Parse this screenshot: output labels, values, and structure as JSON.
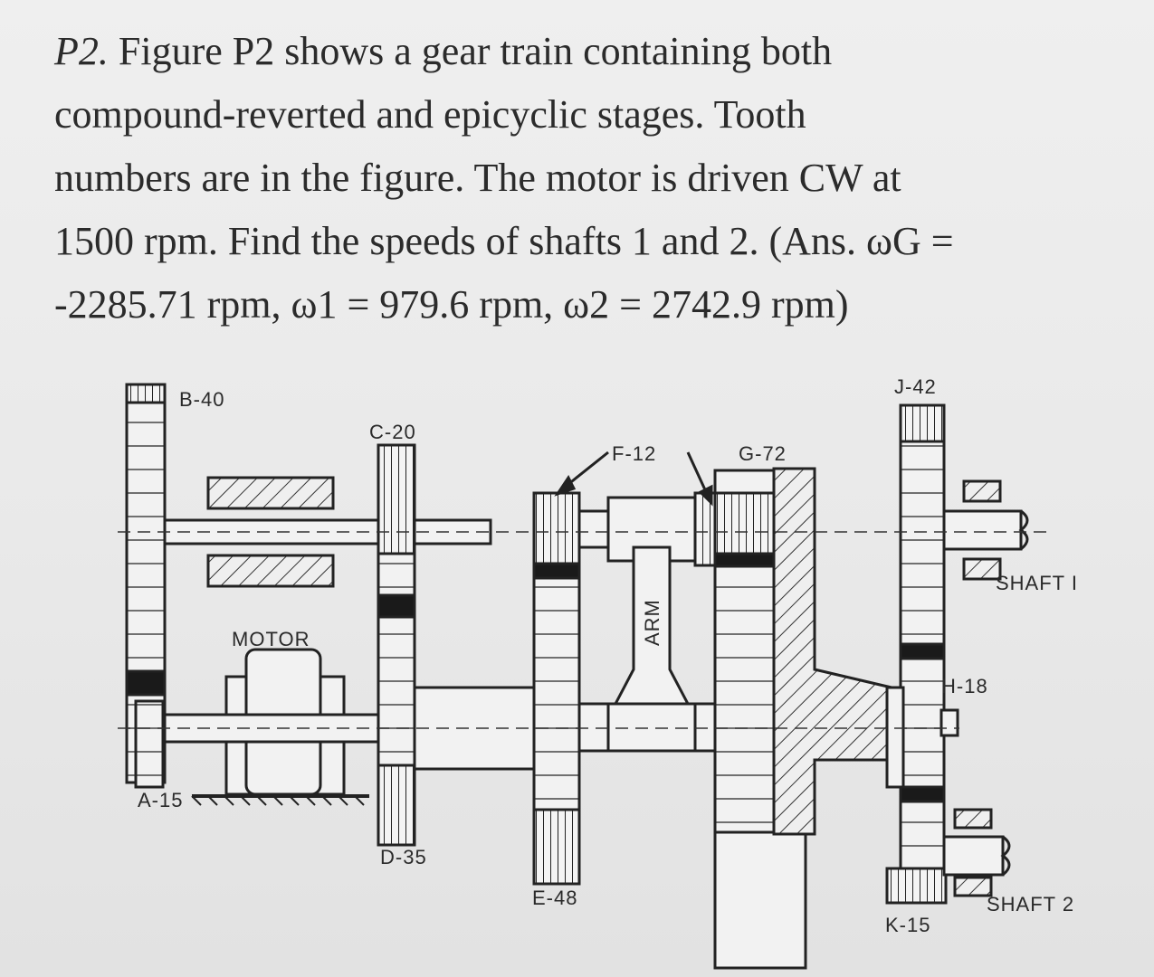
{
  "problem": {
    "number": "P2.",
    "line1": "Figure P2 shows a gear train containing both",
    "line2": "compound-reverted and epicyclic stages. Tooth",
    "line3": "numbers are in the figure. The motor is driven CW at",
    "line4": "1500 rpm. Find the speeds of shafts 1 and 2. (Ans. ωG =",
    "line5": "-2285.71 rpm, ω1 = 979.6 rpm, ω2 = 2742.9 rpm)"
  },
  "figure": {
    "labels": {
      "b": "B-40",
      "c": "C-20",
      "f": "F-12",
      "g": "G-72",
      "j": "J-42",
      "shaft1": "SHAFT I",
      "motor": "MOTOR",
      "arm": "ARM",
      "h": "H-18",
      "a": "A-15",
      "d": "D-35",
      "e": "E-48",
      "k": "K-15",
      "shaft2": "SHAFT 2"
    }
  },
  "colors": {
    "background": "#ececec",
    "ink": "#222222"
  }
}
